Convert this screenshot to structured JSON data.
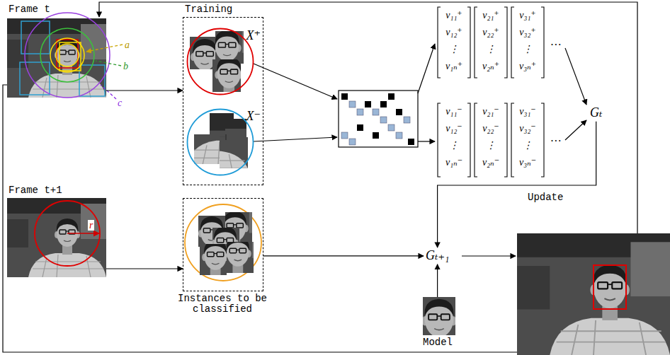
{
  "diagram": {
    "nodes": [
      {
        "text": [
          "Frame t"
        ]
      },
      {
        "text": [
          "Training"
        ]
      },
      {
        "text": [
          "X⁺"
        ],
        "in": 1
      },
      {
        "text": [
          "X⁻"
        ],
        "in": 1
      },
      {
        "text": [
          "Frame t+1"
        ]
      },
      {
        "text": [
          "Instances to be classified"
        ]
      },
      {
        "text": [
          "Gₜ"
        ]
      },
      {
        "text": [
          "Gₜ₊₁"
        ]
      },
      {
        "text": [
          "Model"
        ]
      }
    ],
    "edges": [
      {
        "from": 0,
        "to": 1,
        "arrow": "to"
      },
      {
        "from": 4,
        "to": 5,
        "arrow": "to"
      },
      {
        "from": 5,
        "to": 7,
        "arrow": "to"
      },
      {
        "from": 8,
        "to": 7,
        "arrow": "to"
      },
      {
        "from": 6,
        "to": 7,
        "arrow": "to"
      }
    ],
    "labels": [
      "a",
      "b",
      "c",
      "r",
      "v₁₁⁺",
      "v₁₂⁺",
      "⋮",
      "v₁ₙ⁺",
      "v₂₁⁺",
      "v₂₂⁺",
      "⋮",
      "v₂ₙ⁺",
      "v₃₁⁺",
      "v₃₂⁺",
      "⋮",
      "v₃ₙ⁺",
      "…",
      "v₁₁⁻",
      "v₁₂⁻",
      "⋮",
      "v₁ₙ⁻",
      "v₂₁⁻",
      "v₂₂⁻",
      "⋮",
      "v₂ₙ⁻",
      "v₃₁⁻",
      "v₃₂⁻",
      "⋮",
      "v₃ₙ⁻",
      "…",
      "Update"
    ]
  }
}
